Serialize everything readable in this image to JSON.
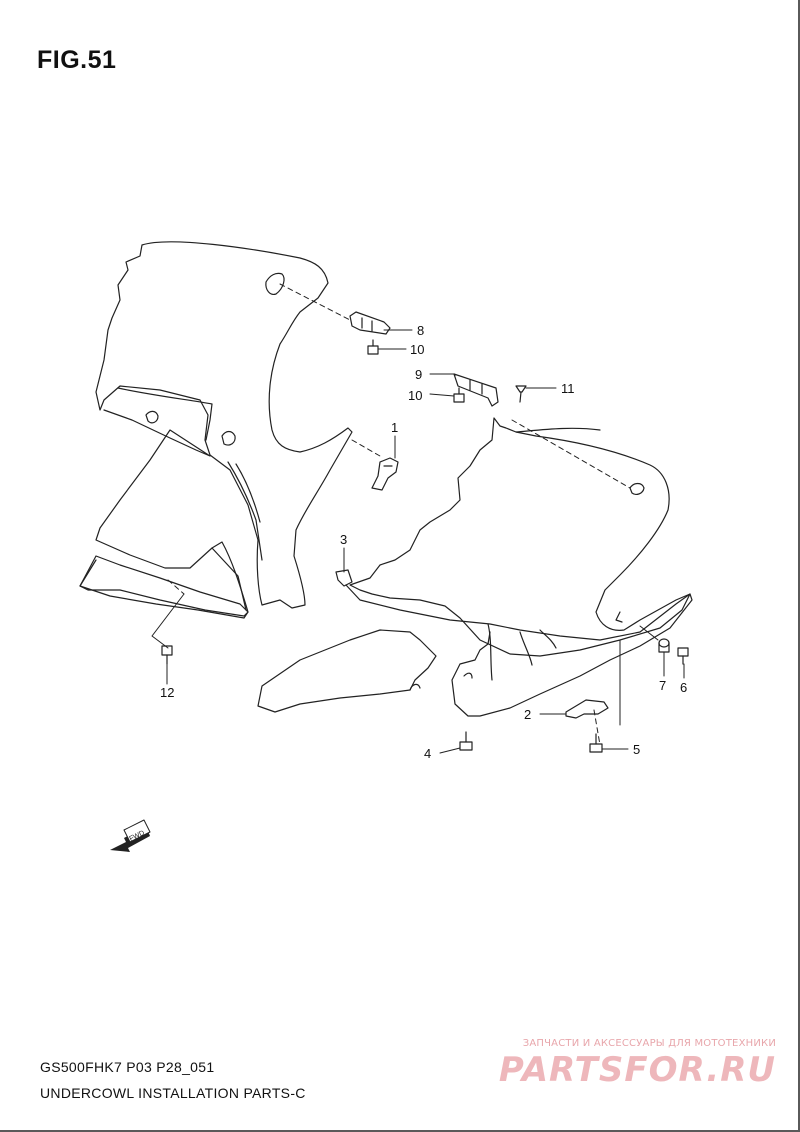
{
  "figure": {
    "title": "FIG.51"
  },
  "callouts": [
    {
      "id": "1",
      "label": "1"
    },
    {
      "id": "2",
      "label": "2"
    },
    {
      "id": "3",
      "label": "3"
    },
    {
      "id": "4",
      "label": "4"
    },
    {
      "id": "5",
      "label": "5"
    },
    {
      "id": "6",
      "label": "6"
    },
    {
      "id": "7",
      "label": "7"
    },
    {
      "id": "8",
      "label": "8"
    },
    {
      "id": "9",
      "label": "9"
    },
    {
      "id": "10a",
      "label": "10"
    },
    {
      "id": "10b",
      "label": "10"
    },
    {
      "id": "11",
      "label": "11"
    },
    {
      "id": "12",
      "label": "12"
    }
  ],
  "fwd_arrow": {
    "label": "FWD",
    "icon": "forward-arrow-icon"
  },
  "footer": {
    "code": "GS500FHK7 P03 P28_051",
    "title": "UNDERCOWL  INSTALLATION PARTS-C"
  },
  "watermark": {
    "subtitle": "ЗАПЧАСТИ И АКСЕССУАРЫ ДЛЯ МОТОТЕХНИКИ",
    "brand": "PARTSFOR.RU",
    "color": "#eeb7bb"
  }
}
